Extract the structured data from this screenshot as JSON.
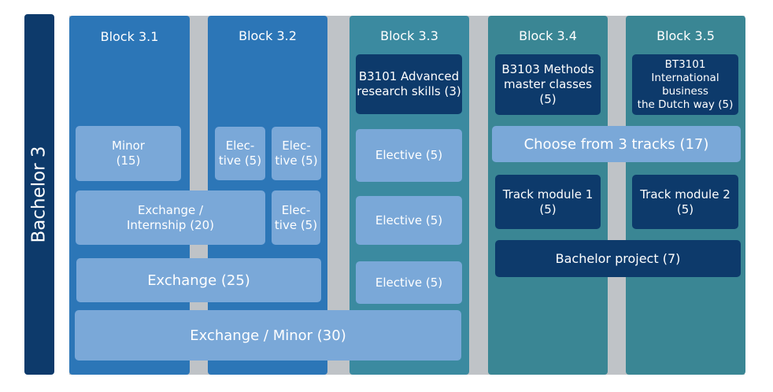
{
  "side_label": "Bachelor 3",
  "columns": [
    {
      "title": "Block 3.1"
    },
    {
      "title": "Block 3.2"
    },
    {
      "title": "Block 3.3"
    },
    {
      "title": "Block 3.4"
    },
    {
      "title": "Block 3.5"
    }
  ],
  "modules": {
    "minor": "Minor\n(15)",
    "elective_3_2_a": "Elec-\ntive (5)",
    "elective_3_2_b": "Elec-\ntive (5)",
    "elective_3_2_c": "Elec-\ntive (5)",
    "exchange_internship": "Exchange /\nInternship (20)",
    "exchange_25": "Exchange (25)",
    "exchange_minor_30": "Exchange / Minor (30)",
    "b3101": "B3101 Advanced\nresearch skills (3)",
    "elective_3_3_a": "Elective (5)",
    "elective_3_3_b": "Elective (5)",
    "elective_3_3_c": "Elective (5)",
    "b3103": "B3103 Methods\nmaster classes (5)",
    "bt3101": "BT3101\nInternational\nbusiness\nthe Dutch way (5)",
    "tracks": "Choose from 3 tracks (17)",
    "track_module_1": "Track module 1\n(5)",
    "track_module_2": "Track module 2\n(5)",
    "bachelor_project": "Bachelor project (7)"
  }
}
